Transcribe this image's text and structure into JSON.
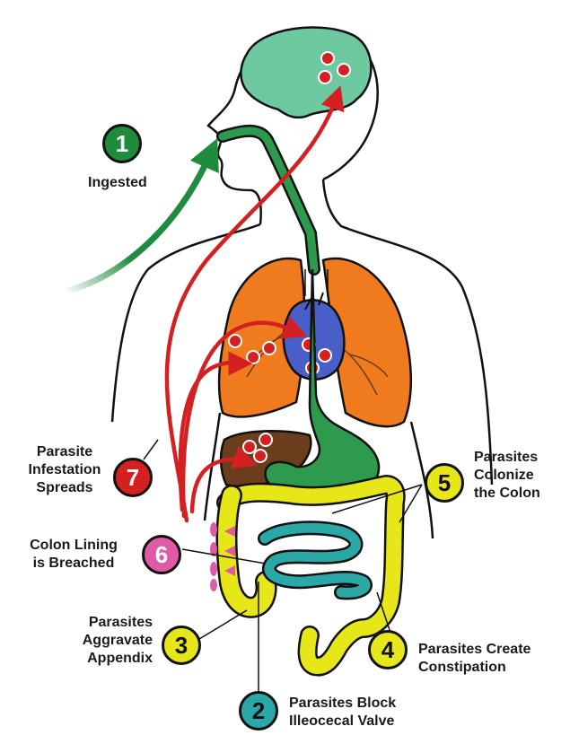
{
  "colors": {
    "green": "#1e8c3c",
    "red": "#d42020",
    "yellow": "#e6e619",
    "teal": "#2aa8a8",
    "pink": "#e05aa8",
    "orange": "#f07a1e",
    "brain": "#6fc9a0",
    "heart": "#4a5ec8",
    "liver": "#6b3d1c",
    "stomach": "#2e9a4e"
  },
  "steps": [
    {
      "number": "1",
      "lines": [
        "Ingested"
      ]
    },
    {
      "number": "2",
      "lines": [
        "Parasites Block",
        "Illeocecal Valve"
      ]
    },
    {
      "number": "3",
      "lines": [
        "Parasites",
        "Aggravate",
        "Appendix"
      ]
    },
    {
      "number": "4",
      "lines": [
        "Parasites Create",
        "Constipation"
      ]
    },
    {
      "number": "5",
      "lines": [
        "Parasites",
        "Colonize",
        "the Colon"
      ]
    },
    {
      "number": "6",
      "lines": [
        "Colon Lining",
        "is Breached"
      ]
    },
    {
      "number": "7",
      "lines": [
        "Parasite",
        "Infestation",
        "Spreads"
      ]
    }
  ]
}
